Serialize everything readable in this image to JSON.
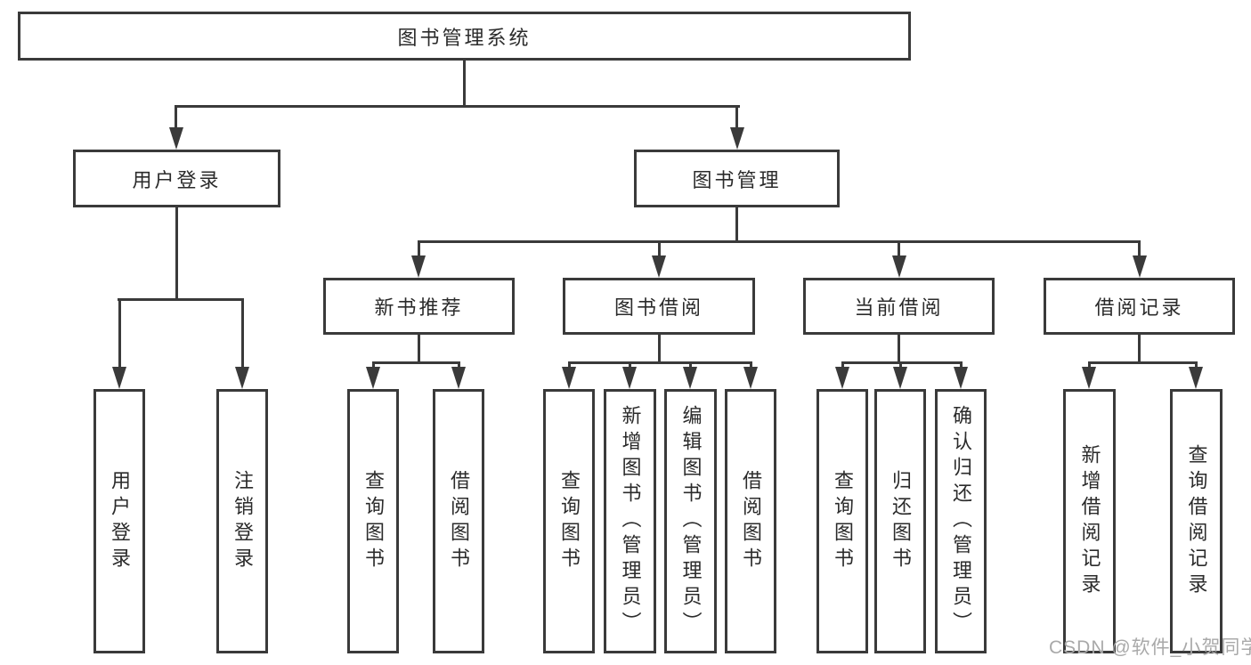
{
  "diagram_type": "functional-structure-tree",
  "colors": {
    "line": "#3a3a3a",
    "box_border": "#3a3a3a",
    "text": "#2b2b2b",
    "watermark": "#a9a9a9",
    "background": "#ffffff"
  },
  "tree": {
    "root": {
      "label": "图书管理系统",
      "children": [
        {
          "label": "用户登录",
          "children": [
            {
              "label": "用户登录"
            },
            {
              "label": "注销登录"
            }
          ]
        },
        {
          "label": "图书管理",
          "children": [
            {
              "label": "新书推荐",
              "children": [
                {
                  "label": "查询图书"
                },
                {
                  "label": "借阅图书"
                }
              ]
            },
            {
              "label": "图书借阅",
              "children": [
                {
                  "label": "查询图书"
                },
                {
                  "label": "新增图书（管理员）"
                },
                {
                  "label": "编辑图书（管理员）"
                },
                {
                  "label": "借阅图书"
                }
              ]
            },
            {
              "label": "当前借阅",
              "children": [
                {
                  "label": "查询图书"
                },
                {
                  "label": "归还图书"
                },
                {
                  "label": "确认归还（管理员）"
                }
              ]
            },
            {
              "label": "借阅记录",
              "children": [
                {
                  "label": "新增借阅记录"
                },
                {
                  "label": "查询借阅记录"
                }
              ]
            }
          ]
        }
      ]
    }
  },
  "watermark": {
    "text": "CSDN @软件_小贺同学"
  }
}
